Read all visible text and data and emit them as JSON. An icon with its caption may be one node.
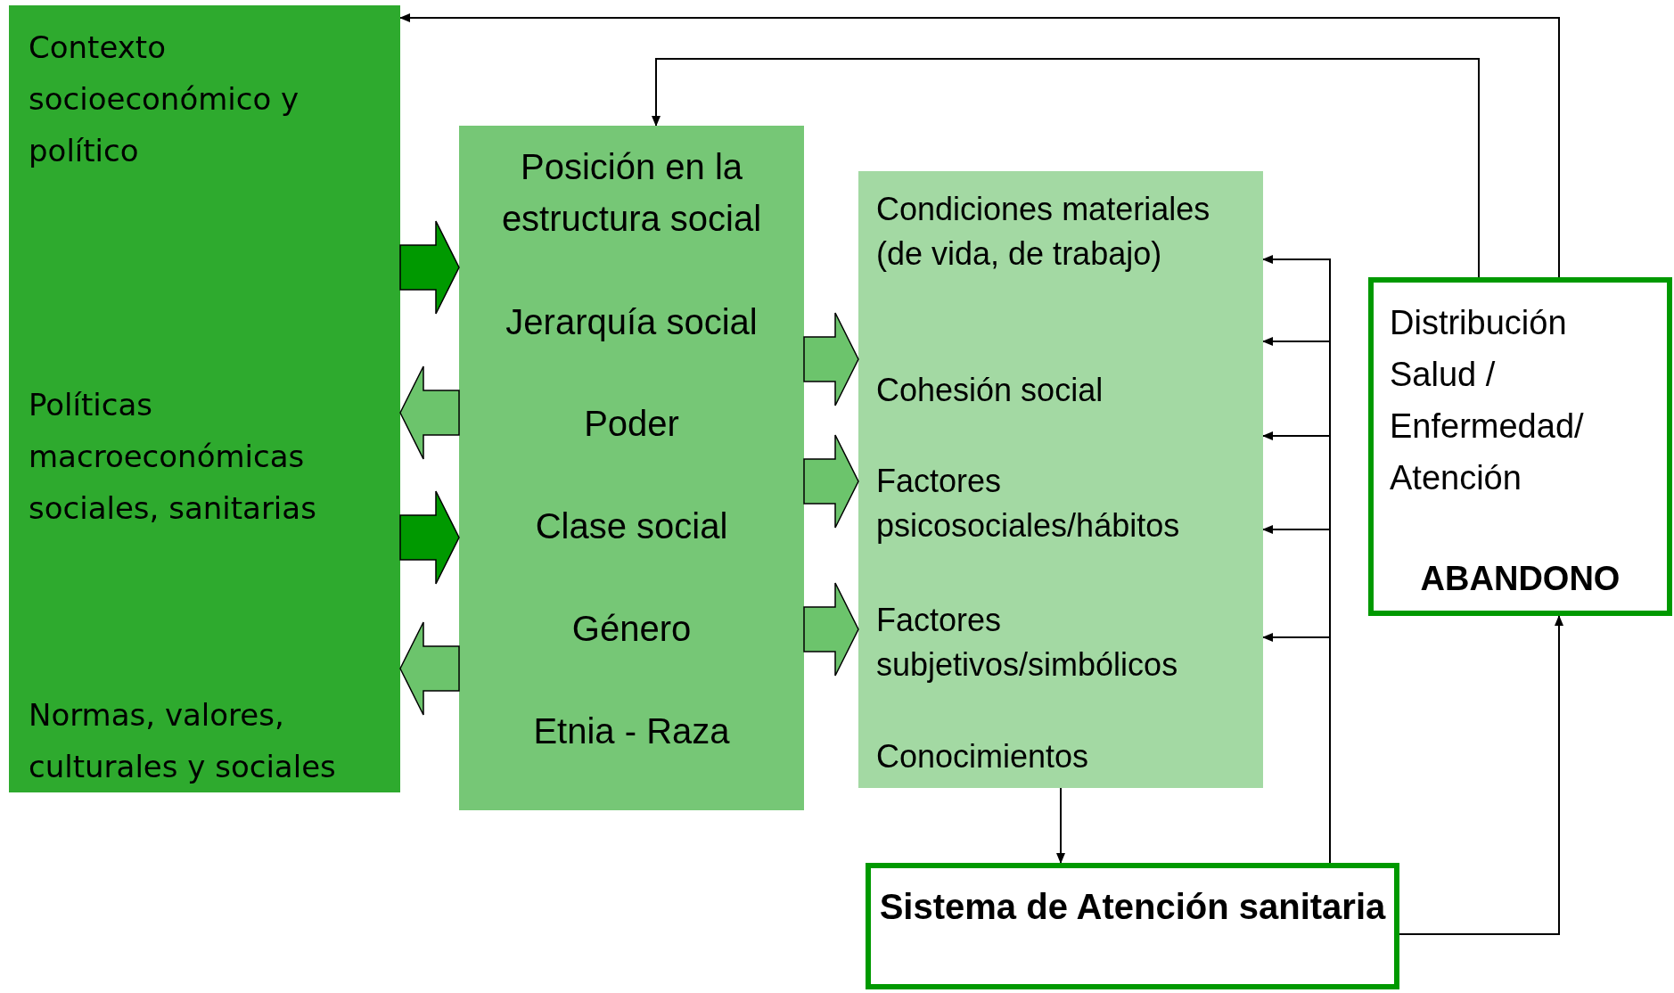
{
  "diagram": {
    "nodes": [
      {
        "text": [
          "Contexto socioeconómico y político",
          "Políticas macroeconómicas sociales, sanitarias",
          "Normas, valores, culturales y sociales"
        ]
      },
      {
        "text": [
          "Posición en la estructura social",
          "Jerarquía social",
          "Poder",
          "Clase social",
          "Género",
          "Etnia - Raza"
        ]
      },
      {
        "text": [
          "Condiciones materiales (de vida, de trabajo)",
          "Cohesión social",
          "Factores psicosociales/hábitos",
          "Factores subjetivos/simbólicos",
          "Conocimientos"
        ]
      },
      {
        "text": [
          "Distribución Salud / Enfermedad/ Atención",
          "ABANDONO"
        ]
      },
      {
        "text": [
          "Sistema de Atención sanitaria"
        ]
      }
    ],
    "edges": [
      {
        "from": 0,
        "to": 1,
        "arrow": "to",
        "style": "thick",
        "color": "#009900"
      },
      {
        "from": 1,
        "to": 0,
        "arrow": "to",
        "style": "thick",
        "color": "#6cc46c"
      },
      {
        "from": 0,
        "to": 1,
        "arrow": "to",
        "style": "thick",
        "color": "#009900"
      },
      {
        "from": 1,
        "to": 0,
        "arrow": "to",
        "style": "thick",
        "color": "#6cc46c"
      },
      {
        "from": 1,
        "to": 2,
        "arrow": "to",
        "style": "thick",
        "color": "#6cc46c"
      },
      {
        "from": 1,
        "to": 2,
        "arrow": "to",
        "style": "thick",
        "color": "#6cc46c"
      },
      {
        "from": 1,
        "to": 2,
        "arrow": "to",
        "style": "thick",
        "color": "#6cc46c"
      },
      {
        "from": 3,
        "to": 0,
        "arrow": "to"
      },
      {
        "from": 3,
        "to": 1,
        "arrow": "to"
      },
      {
        "from": 4,
        "to": 3,
        "arrow": "to"
      },
      {
        "from": 2,
        "to": 4,
        "arrow": "to"
      },
      {
        "from": 4,
        "to": 2,
        "arrow": "to"
      },
      {
        "from": 4,
        "to": 2,
        "arrow": "to"
      },
      {
        "from": 4,
        "to": 2,
        "arrow": "to"
      },
      {
        "from": 4,
        "to": 2,
        "arrow": "to"
      },
      {
        "from": 4,
        "to": 2,
        "arrow": "to"
      }
    ]
  }
}
